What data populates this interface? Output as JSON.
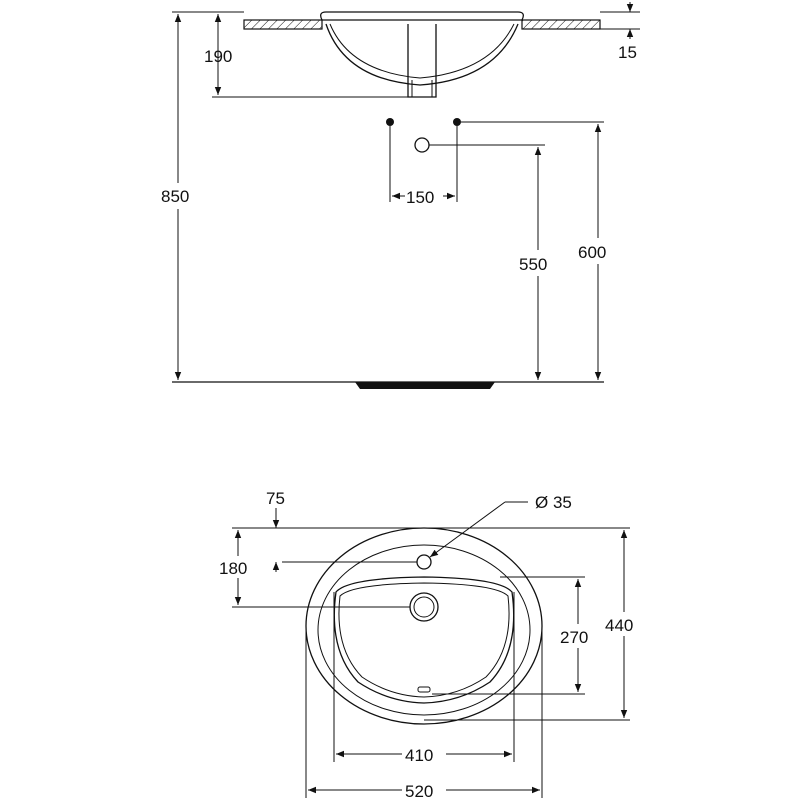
{
  "dimensions": {
    "elevation": {
      "total_height": "850",
      "bowl_depth": "190",
      "countertop_thickness": "15",
      "tap_spacing": "150",
      "waste_height": "550",
      "tap_height": "600"
    },
    "plan": {
      "tap_hole_offset": "75",
      "waste_offset": "180",
      "tap_hole_diameter": "Ø 35",
      "bowl_depth_inner": "270",
      "overall_depth": "440",
      "inner_width": "410",
      "overall_width": "520"
    }
  }
}
